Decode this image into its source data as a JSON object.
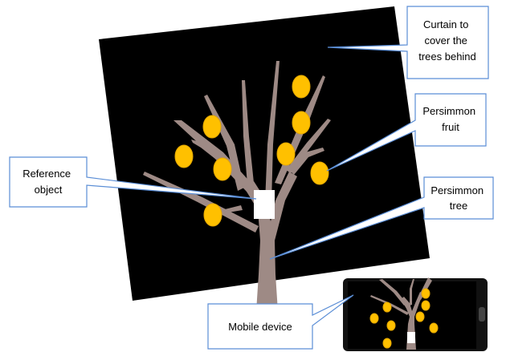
{
  "colors": {
    "curtain": "#000000",
    "trunk": "#9e8a85",
    "fruit": "#ffc000",
    "fruit_stroke": "#e6a800",
    "reference": "#ffffff",
    "callout_border": "#5b8ed6",
    "callout_fill": "#ffffff",
    "device_frame": "#111111"
  },
  "labels": {
    "curtain": {
      "line1": "Curtain to",
      "line2": "cover the",
      "line3": "trees behind"
    },
    "fruit": {
      "line1": "Persimmon",
      "line2": "fruit"
    },
    "reference": {
      "line1": "Reference",
      "line2": "object"
    },
    "tree": {
      "line1": "Persimmon",
      "line2": "tree"
    },
    "device": {
      "line1": "Mobile device"
    }
  }
}
